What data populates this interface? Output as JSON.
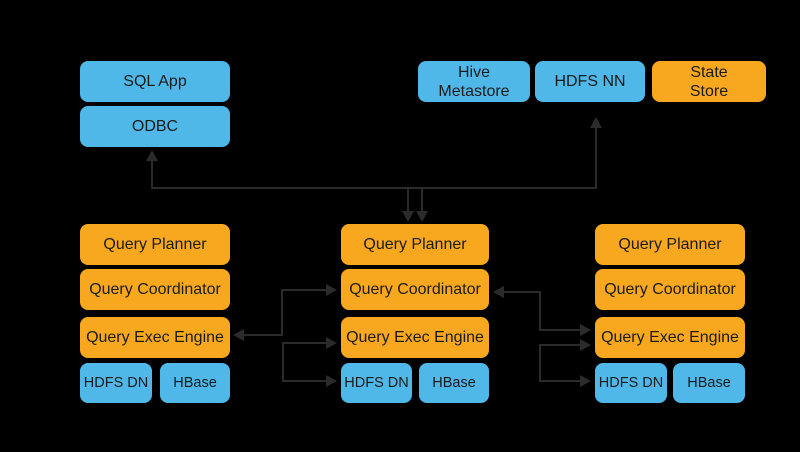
{
  "colors": {
    "background": "#000000",
    "blue": "#4FB8E8",
    "orange": "#F8A81E",
    "arrow": "#2B2B2B",
    "text": "#1B1B1B"
  },
  "client": {
    "sql_app": "SQL App",
    "odbc": "ODBC"
  },
  "services": {
    "hive_metastore": "Hive\nMetastore",
    "hdfs_nn": "HDFS NN",
    "state_store": "State\nStore"
  },
  "nodes": [
    {
      "planner": "Query Planner",
      "coordinator": "Query Coordinator",
      "exec_engine": "Query Exec Engine",
      "hdfs_dn": "HDFS DN",
      "hbase": "HBase"
    },
    {
      "planner": "Query Planner",
      "coordinator": "Query Coordinator",
      "exec_engine": "Query Exec Engine",
      "hdfs_dn": "HDFS DN",
      "hbase": "HBase"
    },
    {
      "planner": "Query Planner",
      "coordinator": "Query Coordinator",
      "exec_engine": "Query Exec Engine",
      "hdfs_dn": "HDFS DN",
      "hbase": "HBase"
    }
  ]
}
